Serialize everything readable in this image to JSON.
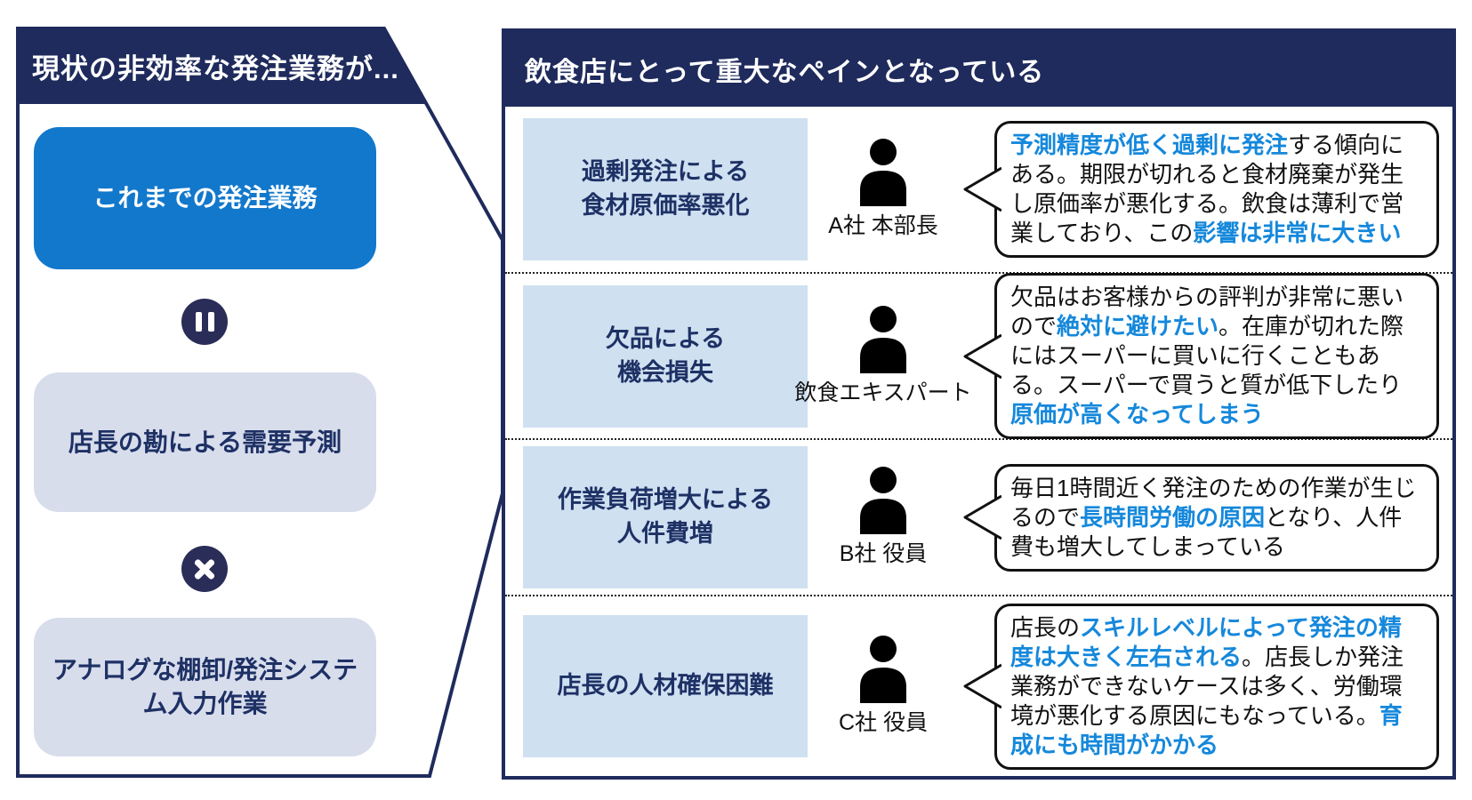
{
  "left_panel": {
    "title": "現状の非効率な発注業務が...",
    "flow": [
      {
        "type": "box",
        "style": "primary",
        "label": "これまでの発注業務"
      },
      {
        "type": "icon",
        "name": "pause-icon"
      },
      {
        "type": "box",
        "style": "muted",
        "label": "店長の勘による需要予測"
      },
      {
        "type": "icon",
        "name": "multiply-icon"
      },
      {
        "type": "box",
        "style": "muted",
        "label": "アナログな棚卸/発注システム入力作業"
      }
    ]
  },
  "right_panel": {
    "title": "飲食店にとって重大なペインとなっている",
    "rows": [
      {
        "pain": "過剰発注による\n食材原価率悪化",
        "speaker": "A社 本部長",
        "quote": [
          {
            "text": "予測精度が低く過剰に発注",
            "highlight": true
          },
          {
            "text": "する傾向にある。期限が切れると食材廃棄が発生し原価率が悪化する。飲食は薄利で営業しており、この",
            "highlight": false
          },
          {
            "text": "影響は非常に大きい",
            "highlight": true
          }
        ]
      },
      {
        "pain": "欠品による\n機会損失",
        "speaker": "飲食エキスパート",
        "quote": [
          {
            "text": "欠品はお客様からの評判が非常に悪いので",
            "highlight": false
          },
          {
            "text": "絶対に避けたい",
            "highlight": true
          },
          {
            "text": "。在庫が切れた際にはスーパーに買いに行くこともある。スーパーで買うと質が低下したり",
            "highlight": false
          },
          {
            "text": "原価が高くなってしまう",
            "highlight": true
          }
        ]
      },
      {
        "pain": "作業負荷増大による\n人件費増",
        "speaker": "B社 役員",
        "quote": [
          {
            "text": "毎日1時間近く発注のための作業が生じるので",
            "highlight": false
          },
          {
            "text": "長時間労働の原因",
            "highlight": true
          },
          {
            "text": "となり、人件費も増大してしまっている",
            "highlight": false
          }
        ]
      },
      {
        "pain": "店長の人材確保困難",
        "speaker": "C社 役員",
        "quote": [
          {
            "text": "店長の",
            "highlight": false
          },
          {
            "text": "スキルレベルによって発注の精度は大きく左右される",
            "highlight": true
          },
          {
            "text": "。店長しか発注業務ができないケースは多く、労働環境が悪化する原因にもなっている。",
            "highlight": false
          },
          {
            "text": "育成にも時間がかかる",
            "highlight": true
          }
        ]
      }
    ]
  },
  "colors": {
    "navy": "#1F2B5C",
    "primary_blue": "#1278CC",
    "muted_lavender": "#D8DDEC",
    "pain_box_blue": "#CFE0F1",
    "highlight_text_blue": "#1588DB",
    "dark_text_navy": "#1E3165"
  }
}
